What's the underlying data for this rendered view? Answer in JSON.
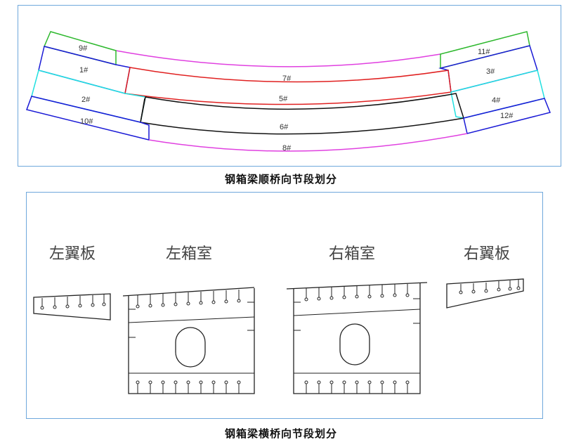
{
  "top_diagram": {
    "caption": "钢箱梁顺桥向节段划分",
    "segments": {
      "s9": "9#",
      "s11": "11#",
      "s1": "1#",
      "s7": "7#",
      "s3": "3#",
      "s2": "2#",
      "s5": "5#",
      "s4": "4#",
      "s10": "10#",
      "s6": "6#",
      "s12": "12#",
      "s8": "8#"
    }
  },
  "bottom_diagram": {
    "caption": "钢箱梁横桥向节段划分",
    "left_wing": "左翼板",
    "left_box": "左箱室",
    "right_box": "右箱室",
    "right_wing": "右翼板"
  },
  "colors": {
    "green": "#2db82d",
    "blue": "#1a1ad6",
    "magenta": "#e040e0",
    "red": "#e02020",
    "cyan": "#20e0e0",
    "black": "#111111"
  }
}
